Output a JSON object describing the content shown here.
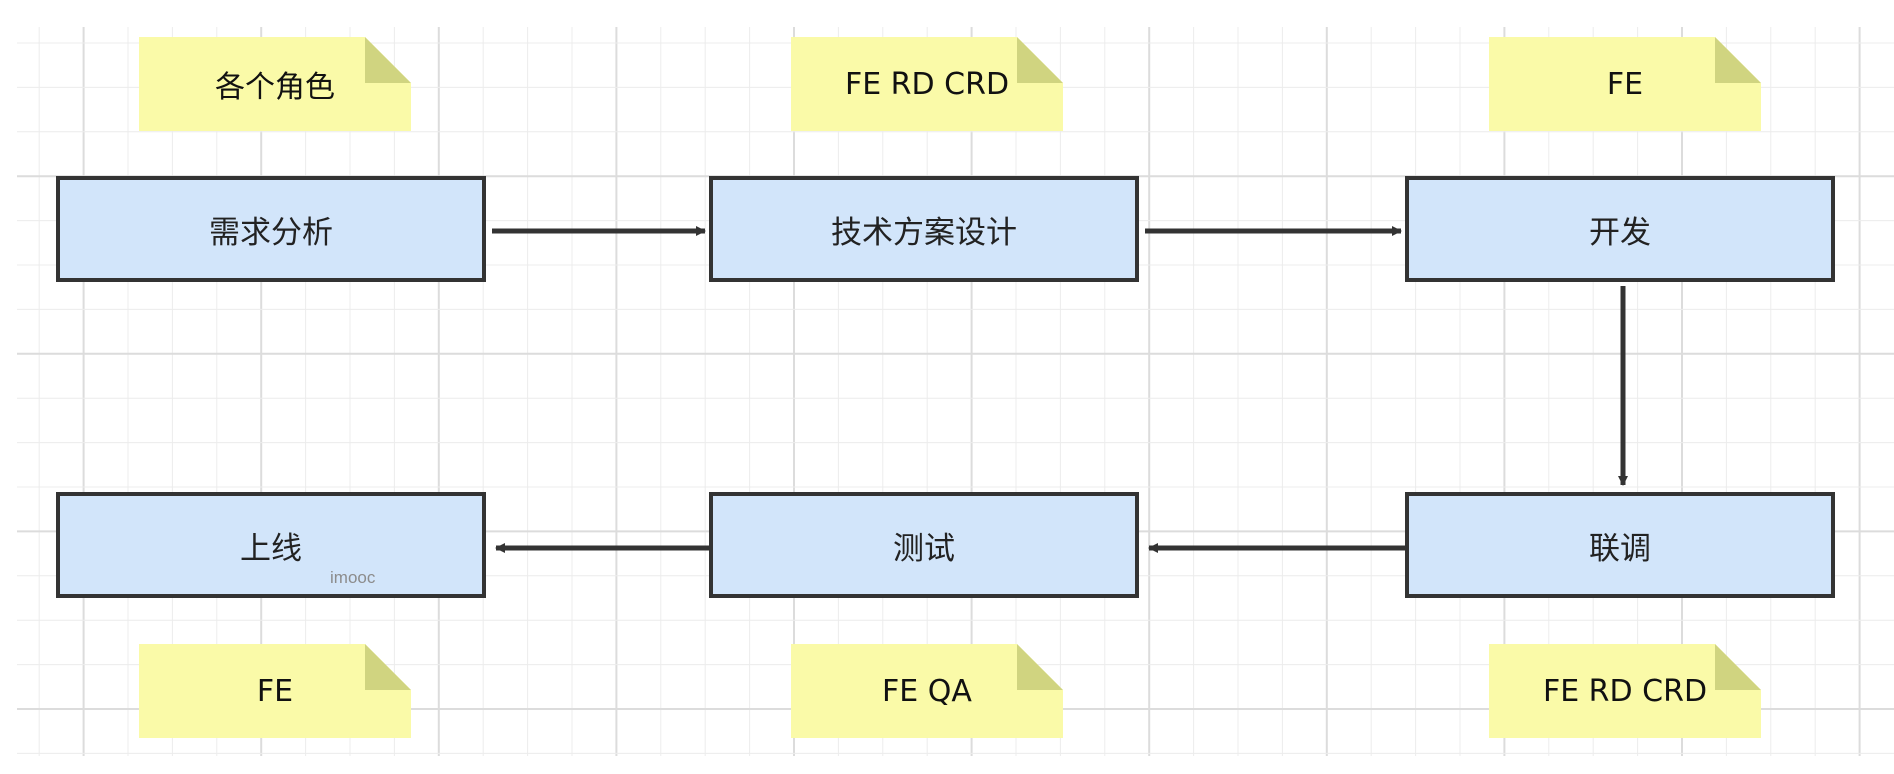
{
  "colors": {
    "process_fill": "#d2e5fa",
    "process_border": "#333333",
    "note_fill": "#fafaa8",
    "note_fold": "#d0d480",
    "arrow": "#333333"
  },
  "steps": [
    {
      "label": "需求分析",
      "roles": "各个角色"
    },
    {
      "label": "技术方案设计",
      "roles": "FE RD CRD"
    },
    {
      "label": "开发",
      "roles": "FE"
    },
    {
      "label": "联调",
      "roles": "FE RD CRD"
    },
    {
      "label": "测试",
      "roles": "FE QA"
    },
    {
      "label": "上线",
      "roles": "FE"
    }
  ],
  "watermark": "imooc"
}
